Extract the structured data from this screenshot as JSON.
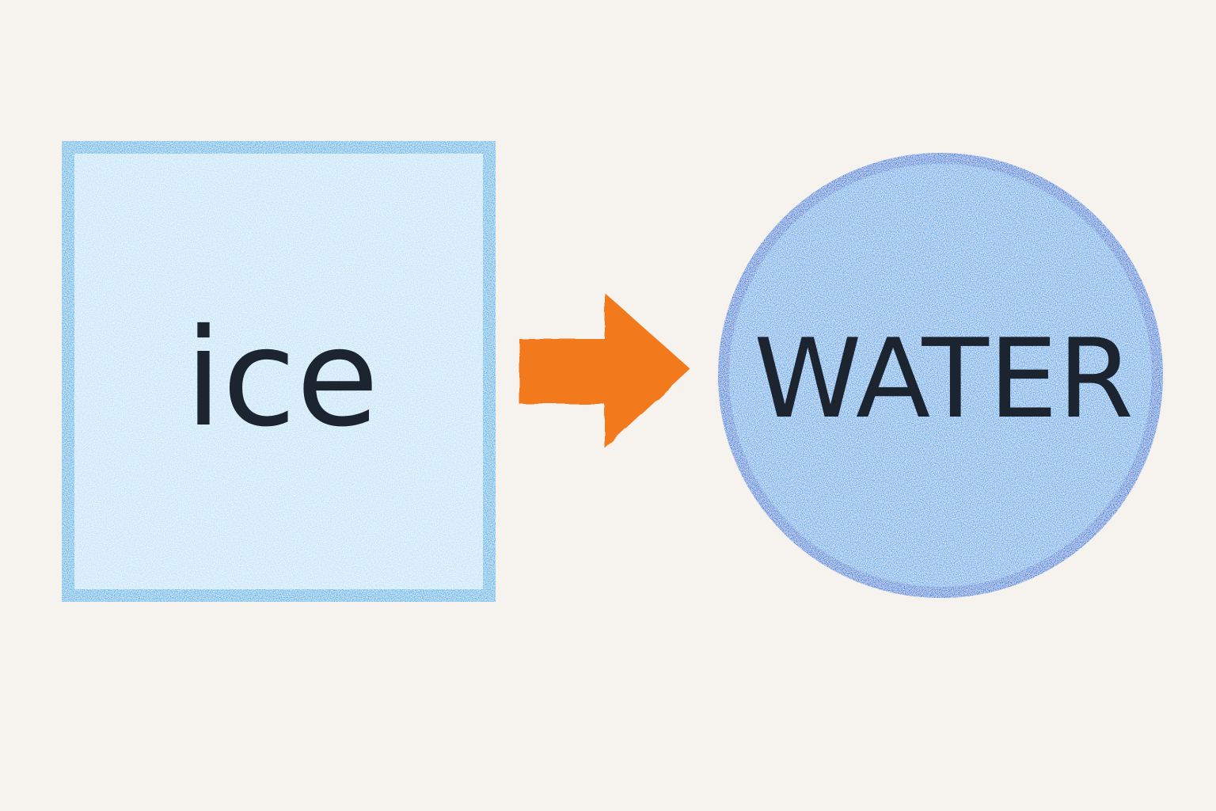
{
  "diagram": {
    "source": {
      "shape": "square",
      "label": "ice",
      "fill_color": "#bfe3f7",
      "stroke_color": "#4ab3e8"
    },
    "connector": {
      "icon": "arrow-right-icon",
      "color": "#f27a1c"
    },
    "target": {
      "shape": "circle",
      "label": "WATER",
      "fill_color": "#5aa8ea",
      "stroke_color": "#1f78d9"
    },
    "text_color": "#1c2430",
    "paper_color": "#f6f3ee"
  }
}
